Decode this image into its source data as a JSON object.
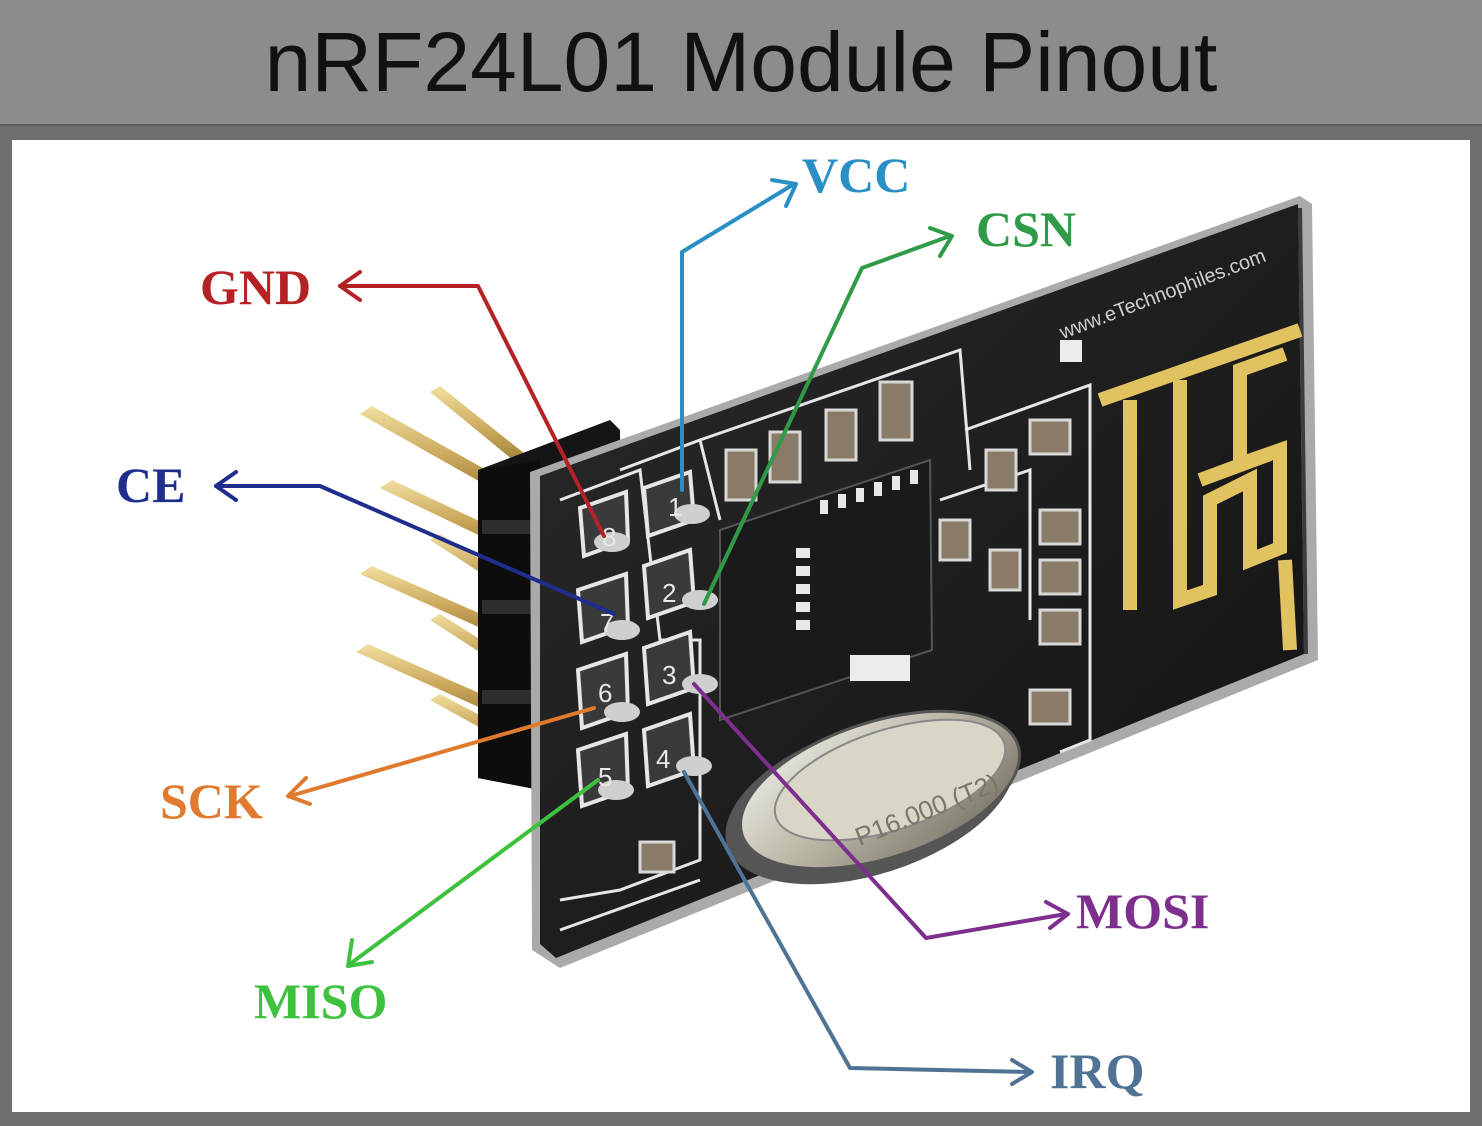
{
  "title": "nRF24L01 Module Pinout",
  "watermark": "www.eTechnophiles.com",
  "crystal_marking": "P16.000 (T2)",
  "pins": [
    {
      "number": "1",
      "name": "VCC",
      "color": "#2a8fc4"
    },
    {
      "number": "2",
      "name": "CSN",
      "color": "#2f9a48"
    },
    {
      "number": "3",
      "name": "MOSI",
      "color": "#7e2f8e"
    },
    {
      "number": "4",
      "name": "IRQ",
      "color": "#4f7394"
    },
    {
      "number": "5",
      "name": "MISO",
      "color": "#3ec23e"
    },
    {
      "number": "6",
      "name": "SCK",
      "color": "#df7a2e"
    },
    {
      "number": "7",
      "name": "CE",
      "color": "#1f2e8c"
    },
    {
      "number": "8",
      "name": "GND",
      "color": "#b52226"
    }
  ]
}
